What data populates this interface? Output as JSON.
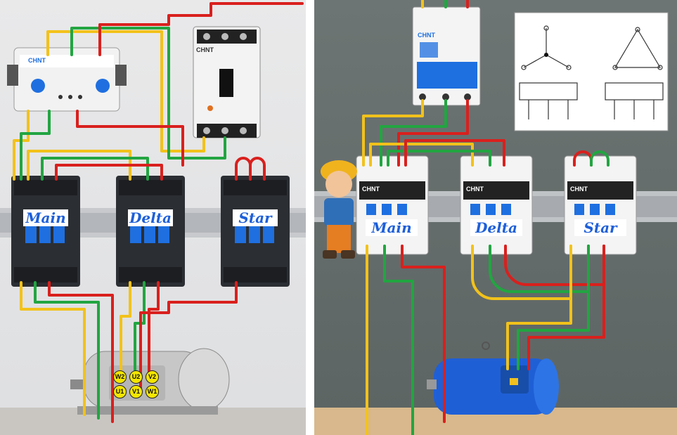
{
  "brand": "CHNT",
  "left_panel": {
    "contactors": [
      {
        "label": "Main"
      },
      {
        "label": "Delta"
      },
      {
        "label": "Star"
      }
    ],
    "terminals": [
      "W2",
      "U2",
      "V2",
      "U1",
      "V1",
      "W1"
    ]
  },
  "right_panel": {
    "contactors": [
      {
        "label": "Main"
      },
      {
        "label": "Delta"
      },
      {
        "label": "Star"
      }
    ]
  },
  "colors": {
    "phase_yellow": "#f2c21b",
    "phase_green": "#22a541",
    "phase_red": "#d9201d",
    "label_text": "#1e5fd8",
    "breaker_blue": "#1e6fe0",
    "motor_blue": "#1f5fd6"
  }
}
